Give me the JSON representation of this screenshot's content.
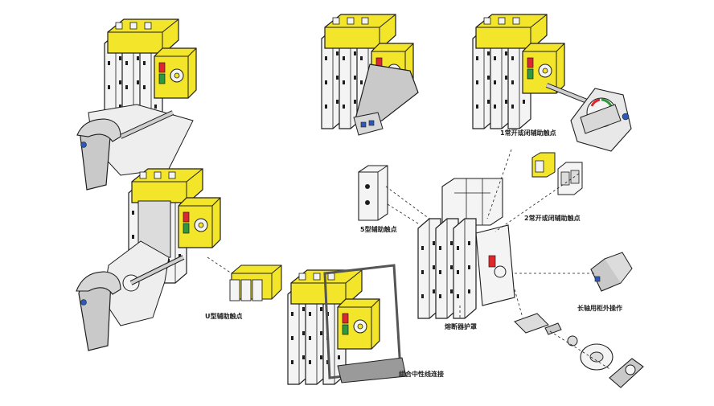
{
  "labels": {
    "aux_1no_nc": "1常开或闭辅助触点",
    "aux_2no_nc": "2常开或闭辅助触点",
    "aux_type5": "5型辅助触点",
    "aux_type_u": "U型辅助触点",
    "fuse_cover": "熔断器护罩",
    "long_shaft": "长轴用柜外操作",
    "neutral_link": "组合中性线连接"
  },
  "colors": {
    "yellow": "#f3e52a",
    "white_body": "#f4f4f4",
    "grey_handle": "#c9c9c9",
    "outline": "#1e1e1e",
    "red": "#e0262a",
    "green": "#2f9a3a",
    "blue_knob": "#2e58b8"
  }
}
